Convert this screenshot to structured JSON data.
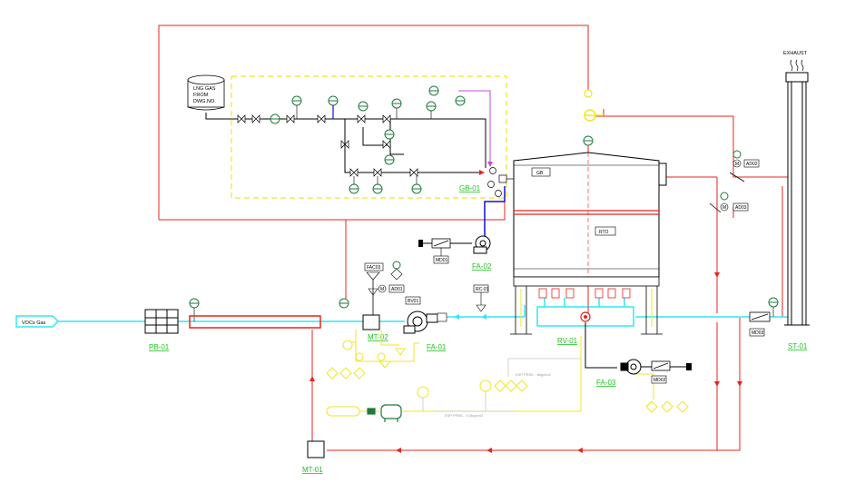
{
  "colors": {
    "gas_line": "#000000",
    "process_red": "#e8241c",
    "voc_cyan": "#35e6ef",
    "utility_yellow": "#f0e623",
    "air_blue": "#1010d8",
    "purge_magenta": "#c14bd8",
    "label_green": "#22c322",
    "instrument_green": "#1f7a3c",
    "aux_grey": "#c8c8c8"
  },
  "labels": {
    "inlet": "VOCs Gas",
    "lng_line1": "LNG GAS",
    "lng_line2": "FROM",
    "lng_line3": "DWG.NO.",
    "exhaust": "EXHAUST",
    "gb_box": "GB",
    "rto_box": "RTO",
    "equipment": {
      "pb01": "PB-01",
      "mt02": "MT-02",
      "fa01": "FA-01",
      "fa02": "FA-02",
      "fa03": "FA-03",
      "gb01": "GB-01",
      "rv01": "RV-01",
      "st01": "ST-01",
      "mt01": "MT-01"
    },
    "tags": {
      "fac03": "FAC03",
      "ad01": "AD01",
      "bv01": "BV01",
      "rc01": "RC-01",
      "md01": "MD01",
      "md02": "MD02",
      "md03": "MD03",
      "ad02": "AD02",
      "ad03": "AD03"
    },
    "notes": {
      "air_note1": "ESP PRS/L : 6kg/cm2",
      "air_note2": "ESP PRS/L : 4.5kg/cm2"
    }
  }
}
